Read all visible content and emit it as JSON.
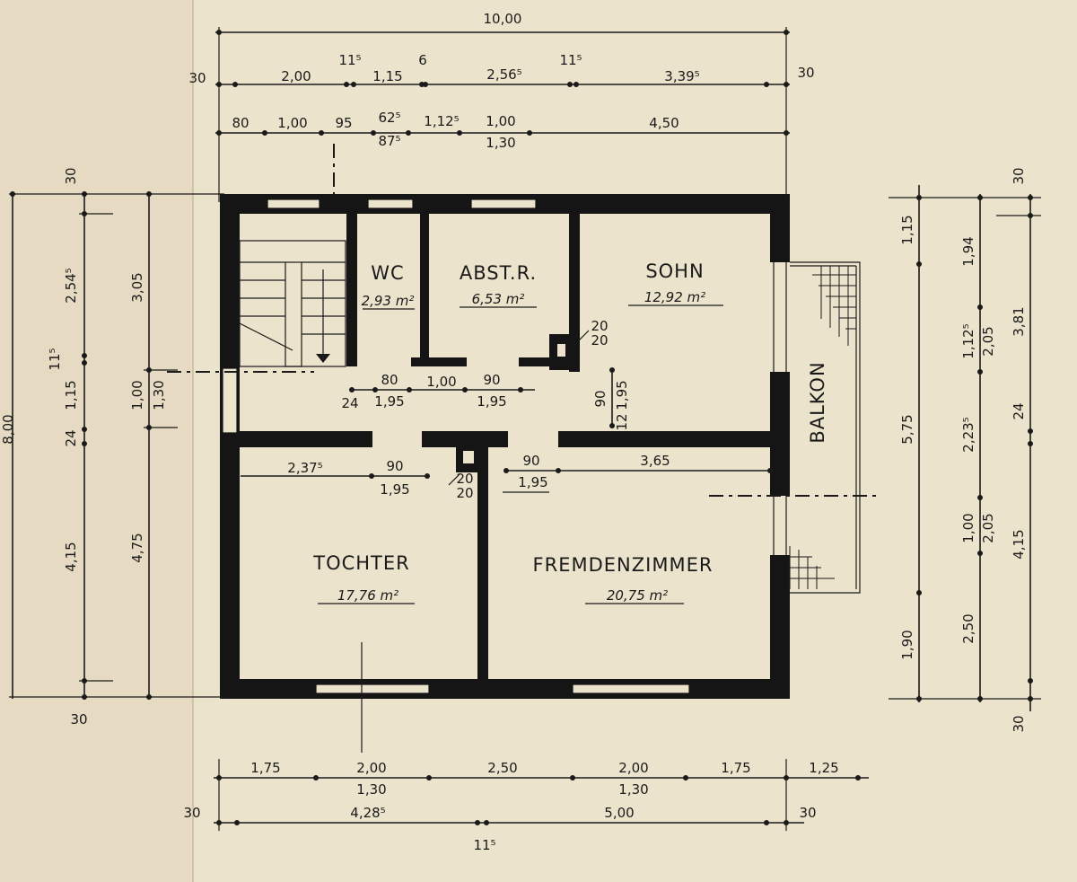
{
  "colors": {
    "paper": "#ece3cc",
    "ink": "#151515"
  },
  "rooms": {
    "wc": {
      "name": "WC",
      "area": "2,93 m²"
    },
    "abst": {
      "name": "ABST.R.",
      "area": "6,53 m²"
    },
    "sohn": {
      "name": "SOHN",
      "area": "12,92 m²"
    },
    "tochter": {
      "name": "TOCHTER",
      "area": "17,76 m²"
    },
    "fremden": {
      "name": "FREMDENZIMMER",
      "area": "20,75 m²"
    },
    "balkon": {
      "name": "BALKON"
    }
  },
  "top": {
    "overall": "10,00",
    "row2": [
      "30",
      "2,00",
      "11⁵",
      "1,15",
      "6",
      "2,56⁵",
      "11⁵",
      "3,39⁵",
      "30"
    ],
    "row3": [
      "80",
      "1,00",
      "95",
      "62⁵",
      "87⁵",
      "1,12⁵",
      "1,00",
      "1,30",
      "4,50"
    ]
  },
  "bottom": {
    "row1": [
      "1,75",
      "2,00",
      "1,30",
      "2,50",
      "2,00",
      "1,30",
      "1,75",
      "1,25"
    ],
    "row2": [
      "30",
      "4,28⁵",
      "5,00",
      "30",
      "11⁵"
    ]
  },
  "left": {
    "overall": "8,00",
    "col2": [
      "30",
      "2,54⁵",
      "11⁵",
      "1,15",
      "24",
      "4,15",
      "30"
    ],
    "col3": [
      "3,05",
      "1,00",
      "1,30",
      "4,75"
    ]
  },
  "right": {
    "col1": [
      "1,15",
      "5,75",
      "1,90"
    ],
    "col2": [
      "1,94",
      "1,12⁵",
      "2,05",
      "2,23⁵",
      "1,00",
      "2,05",
      "2,50"
    ],
    "col3": [
      "30",
      "3,81",
      "24",
      "4,15",
      "30"
    ]
  },
  "interior": {
    "corridor": [
      "24",
      "80",
      "1,95",
      "1,00",
      "90",
      "1,95"
    ],
    "sohn_door": [
      "90",
      "1,95",
      "12"
    ],
    "pillar_top": [
      "20",
      "20"
    ],
    "pillar_mid": [
      "20",
      "20"
    ],
    "tochter_row": [
      "2,37⁵",
      "90",
      "1,95"
    ],
    "fremden_row": [
      "90",
      "1,95",
      "3,65"
    ]
  }
}
